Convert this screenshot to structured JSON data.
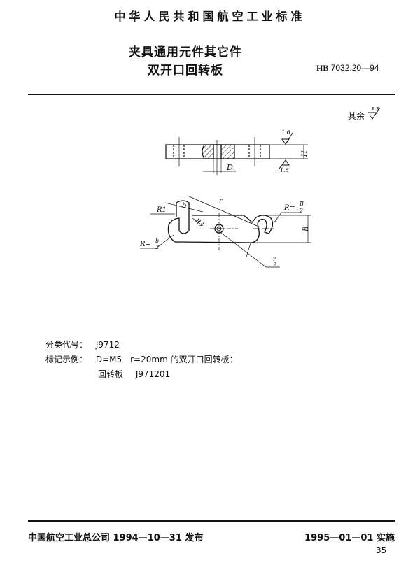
{
  "header": "中华人民共和国航空工业标准",
  "title_line1": "夹具通用元件其它件",
  "title_line2": "双开口回转板",
  "standard_prefix": "HB",
  "standard_number": "7032.20—94",
  "roughness_rest_label": "其余",
  "roughness_rest_value": "6.3",
  "drawing": {
    "side_view": {
      "roughness": "1.6",
      "dim_height": "H",
      "dim_diameter": "D"
    },
    "top_view": {
      "r1": "R1",
      "b": "b",
      "r": "r",
      "r3": "R3",
      "r_b2_prefix": "R=",
      "r_b2_num": "B",
      "r_b2_den": "2",
      "dim_b": "B",
      "r_sb2_prefix": "R=",
      "r_sb2_num": "b",
      "r_sb2_den": "2",
      "r_half_num": "r",
      "r_half_den": "2"
    }
  },
  "classification": {
    "label": "分类代号：",
    "value": "J9712"
  },
  "marking": {
    "label": "标记示例：",
    "line1": "D=M5　r=20mm 的双开口回转板：",
    "line2_name": "回转板",
    "line2_code": "J971201"
  },
  "footer": {
    "issued": "中国航空工业总公司 1994—10—31 发布",
    "effective": "1995—01—01 实施",
    "page_number": "35"
  }
}
